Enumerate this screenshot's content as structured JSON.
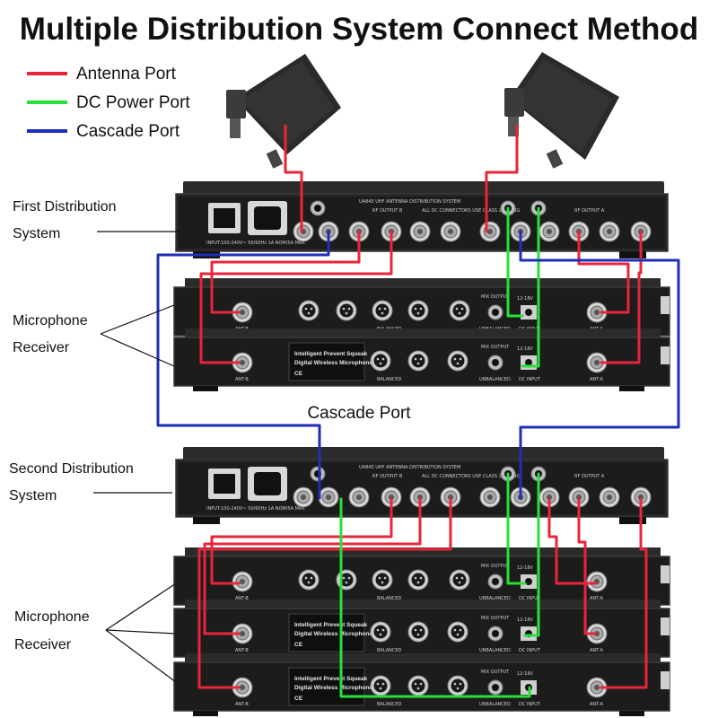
{
  "title": "Multiple Distribution System Connect Method",
  "legend": [
    {
      "label": "Antenna Port",
      "color": "#e8253a"
    },
    {
      "label": "DC Power Port",
      "color": "#27e03a"
    },
    {
      "label": "Cascade Port",
      "color": "#1e2fb8"
    }
  ],
  "labels": {
    "first_system_line1": "First Distribution",
    "first_system_line2": "System",
    "mic1_line1": "Microphone",
    "mic1_line2": "Receiver",
    "cascade": "Cascade Port",
    "second_system_line1": "Second Distribution",
    "second_system_line2": "System",
    "mic2_line1": "Microphone",
    "mic2_line2": "Receiver"
  },
  "device_text": {
    "distribution_model": "UA845 UHF ANTENNA DISTRIBUTION SYSTEM",
    "rf_output_b": "RF OUTPUT B",
    "rf_output_a": "RF OUTPUT A",
    "all_dc": "ALL DC CONNECTORS USE CLASS 2 WIRING",
    "power_spec": "INPUT:100-240V~ 50/60Hz 1A NOM/5A MAX",
    "receiver_panel_line1": "Intelligent Prevent Squeak",
    "receiver_panel_line2": "Digital Wireless Microphone",
    "ce": "CE",
    "ant_b": "ANT-B",
    "ant_a": "ANT-A",
    "balanced": "BALANCED",
    "unbalanced": "UNBALANCED",
    "mix_output": "MIX OUTPUT",
    "dc_input": "DC INPUT",
    "dc_spec": "12-18V"
  },
  "colors": {
    "antenna": "#e8253a",
    "dc": "#27e03a",
    "cascade": "#1e2fb8",
    "chassis": "#1c1c1c",
    "chassis_edge": "#3a3a3a"
  }
}
